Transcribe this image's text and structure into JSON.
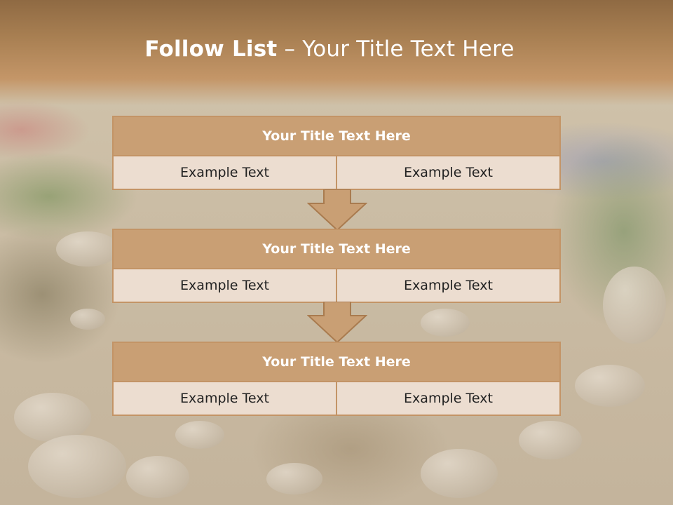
{
  "slide": {
    "title_bold": "Follow List",
    "title_rest": " – Your Title Text Here"
  },
  "steps": [
    {
      "heading": "Your Title Text Here",
      "left": "Example Text",
      "right": "Example Text"
    },
    {
      "heading": "Your Title Text Here",
      "left": "Example Text",
      "right": "Example Text"
    },
    {
      "heading": "Your Title Text Here",
      "left": "Example Text",
      "right": "Example Text"
    }
  ],
  "colors": {
    "header": "#a87f52",
    "box_header": "#c99f74",
    "box_cell": "#ecddd0",
    "border": "#c39466",
    "arrow": "#c99f74"
  }
}
